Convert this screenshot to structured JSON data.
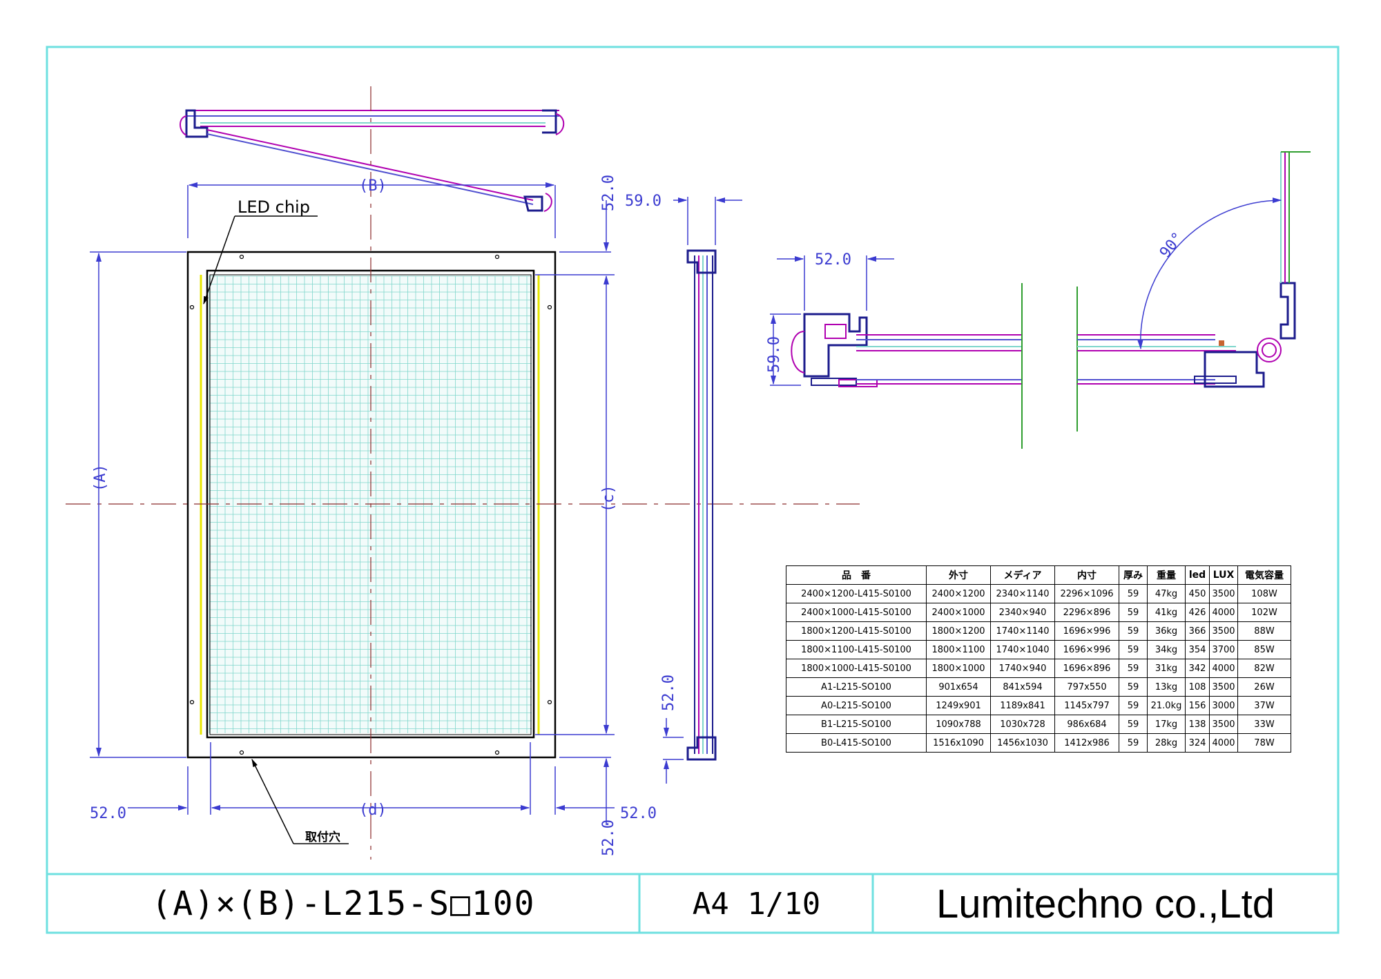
{
  "colors": {
    "frame": "#6ee0e0",
    "dimension": "#3b3bd0",
    "centerline": "#8b2a2a",
    "profile": "#b000b0",
    "grid": "#7fd6cc",
    "led_strip": "#e6e600",
    "guide": "#2f9e2f"
  },
  "drawing": {
    "labels": {
      "led_chip": "LED chip",
      "mount_hole": "取付穴",
      "dim_b": "(B)",
      "dim_a": "(A)",
      "dim_c": "(c)",
      "dim_d": "(d)",
      "angle": "90°"
    },
    "dims": {
      "depth_side": "59.0",
      "depth_section": "59.0",
      "margin_top": "52.0",
      "margin_left": "52.0",
      "margin_right": "52.0",
      "margin_bottom": "52.0",
      "side_bottom": "52.0",
      "section_width": "52.0"
    }
  },
  "spec_table": {
    "headers": [
      "品　番",
      "外寸",
      "メディア",
      "内寸",
      "厚み",
      "重量",
      "led",
      "LUX",
      "電気容量"
    ],
    "rows": [
      [
        "2400×1200-L415-S0100",
        "2400×1200",
        "2340×1140",
        "2296×1096",
        "59",
        "47kg",
        "450",
        "3500",
        "108W"
      ],
      [
        "2400×1000-L415-S0100",
        "2400×1000",
        "2340×940",
        "2296×896",
        "59",
        "41kg",
        "426",
        "4000",
        "102W"
      ],
      [
        "1800×1200-L415-S0100",
        "1800×1200",
        "1740×1140",
        "1696×996",
        "59",
        "36kg",
        "366",
        "3500",
        "88W"
      ],
      [
        "1800×1100-L415-S0100",
        "1800×1100",
        "1740×1040",
        "1696×996",
        "59",
        "34kg",
        "354",
        "3700",
        "85W"
      ],
      [
        "1800×1000-L415-S0100",
        "1800×1000",
        "1740×940",
        "1696×896",
        "59",
        "31kg",
        "342",
        "4000",
        "82W"
      ],
      [
        "A1-L215-SO100",
        "901x654",
        "841x594",
        "797x550",
        "59",
        "13kg",
        "108",
        "3500",
        "26W"
      ],
      [
        "A0-L215-SO100",
        "1249x901",
        "1189x841",
        "1145x797",
        "59",
        "21.0kg",
        "156",
        "3000",
        "37W"
      ],
      [
        "B1-L215-SO100",
        "1090x788",
        "1030x728",
        "986x684",
        "59",
        "17kg",
        "138",
        "3500",
        "33W"
      ],
      [
        "B0-L415-SO100",
        "1516x1090",
        "1456x1030",
        "1412x986",
        "59",
        "28kg",
        "324",
        "4000",
        "78W"
      ]
    ]
  },
  "title_block": {
    "model": "(A)×(B)-L215-S□100",
    "sheet": "A4 1/10",
    "company": "Lumitechno co.,Ltd"
  }
}
